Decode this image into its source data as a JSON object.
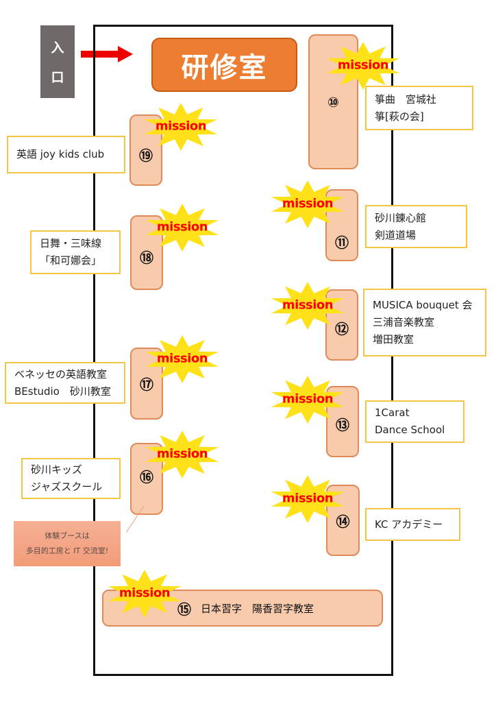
{
  "entrance": {
    "label_line1": "入",
    "label_line2": "口",
    "arrow_icon": "right-arrow",
    "arrow_color": "#ee0000"
  },
  "training_room": {
    "label": "研修室",
    "color": "#ed7d31"
  },
  "mission_badge": {
    "text": "mission",
    "burst_color": "#ffe11a",
    "text_color": "#ff0000"
  },
  "booths": [
    {
      "number": "⑩",
      "lines": [
        "箏曲　宮城社",
        "箏[萩の会]"
      ]
    },
    {
      "number": "⑪",
      "lines": [
        "砂川錬心館",
        "剣道道場"
      ]
    },
    {
      "number": "⑫",
      "lines": [
        "MUSICA bouquet 会",
        "三浦音楽教室",
        "増田教室"
      ]
    },
    {
      "number": "⑬",
      "lines": [
        "1Carat",
        "Dance  School"
      ]
    },
    {
      "number": "⑭",
      "lines": [
        "KC アカデミー"
      ]
    },
    {
      "number": "⑮",
      "lines": [
        "日本習字　陽香習字教室"
      ]
    },
    {
      "number": "⑯",
      "lines": [
        "砂川キッズ",
        "ジャズスクール"
      ]
    },
    {
      "number": "⑰",
      "lines": [
        "ベネッセの英語教室",
        "BEstudio　砂川教室"
      ]
    },
    {
      "number": "⑱",
      "lines": [
        "日舞・三味線",
        "「和可娜会」"
      ]
    },
    {
      "number": "⑲",
      "lines": [
        "英語 joy kids club"
      ]
    }
  ],
  "note": {
    "line1": "体験ブースは",
    "line2": "多目的工房と IT 交流室!"
  },
  "colors": {
    "booth_fill": "#f8cbad",
    "booth_border": "#e08a5a",
    "label_border": "#f4c542",
    "wall": "#111111"
  }
}
